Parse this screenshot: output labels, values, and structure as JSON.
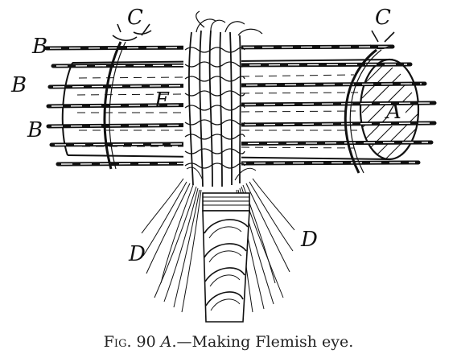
{
  "labels": {
    "a": "A",
    "b": "B",
    "c": "C",
    "d": "D",
    "e": "E"
  },
  "caption": {
    "fig": "Fig. 90",
    "letter": "A",
    "text": ".—Making Flemish eye."
  },
  "colors": {
    "ink": "#111111",
    "paper": "#ffffff"
  }
}
